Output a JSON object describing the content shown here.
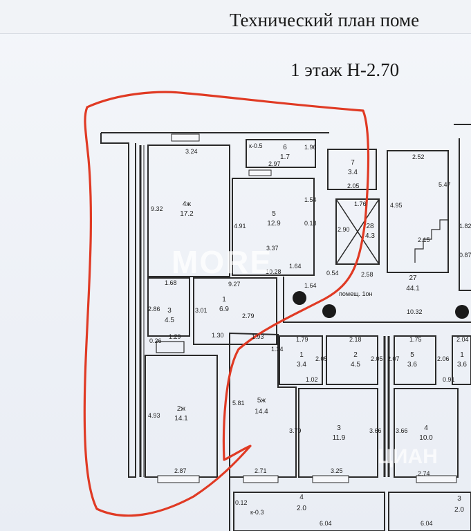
{
  "header": {
    "title": "Технический план поме",
    "floor": "1 этаж Н-2.70"
  },
  "watermark": {
    "brand": "MORE",
    "source": "ЦИАН"
  },
  "rooms": [
    {
      "num": "4ж",
      "area": "17.2"
    },
    {
      "num": "5",
      "area": "12.9"
    },
    {
      "num": "6",
      "area": "1.7"
    },
    {
      "num": "7",
      "area": "3.4"
    },
    {
      "num": "28",
      "area": "4.3"
    },
    {
      "num": "27",
      "area": "44.1"
    },
    {
      "num": "1",
      "area": "6.9"
    },
    {
      "num": "3",
      "area": "4.5"
    },
    {
      "num": "2ж",
      "area": "14.1"
    },
    {
      "num": "5ж",
      "area": "14.4"
    },
    {
      "num": "1",
      "area": "3.4"
    },
    {
      "num": "2",
      "area": "4.5"
    },
    {
      "num": "5",
      "area": "3.6"
    },
    {
      "num": "1",
      "area": "3.6"
    },
    {
      "num": "3",
      "area": "11.9"
    },
    {
      "num": "4",
      "area": "10.0"
    },
    {
      "num": "4",
      "area": "2.0"
    },
    {
      "num": "3",
      "area": "2.0"
    }
  ],
  "labels": {
    "pomesch": "помещ. 1он",
    "balcony1": "к-0.5",
    "balcony2": "к-0.3"
  },
  "dims": [
    "3.24",
    "9.32",
    "4.91",
    "3.37",
    "2.97",
    "1.96",
    "2.05",
    "1.54",
    "0.18",
    "1.76",
    "2.90",
    "2.58",
    "2.52",
    "5.47",
    "4.95",
    "2.15",
    "1.68",
    "9.27",
    "1.64",
    "0.54",
    "10.28",
    "2.86",
    "3.01",
    "2.79",
    "1.64",
    "1.29",
    "0.26",
    "1.30",
    "4.93",
    "2.87",
    "1.93",
    "1.79",
    "2.18",
    "1.75",
    "2.04",
    "1.34",
    "2.05",
    "2.05",
    "2.07",
    "2.06",
    "1.02",
    "0.91",
    "5.81",
    "3.79",
    "3.66",
    "3.66",
    "2.71",
    "3.25",
    "2.74",
    "0.12",
    "6.04",
    "6.04",
    "10.32",
    "0.87",
    "1.82"
  ]
}
